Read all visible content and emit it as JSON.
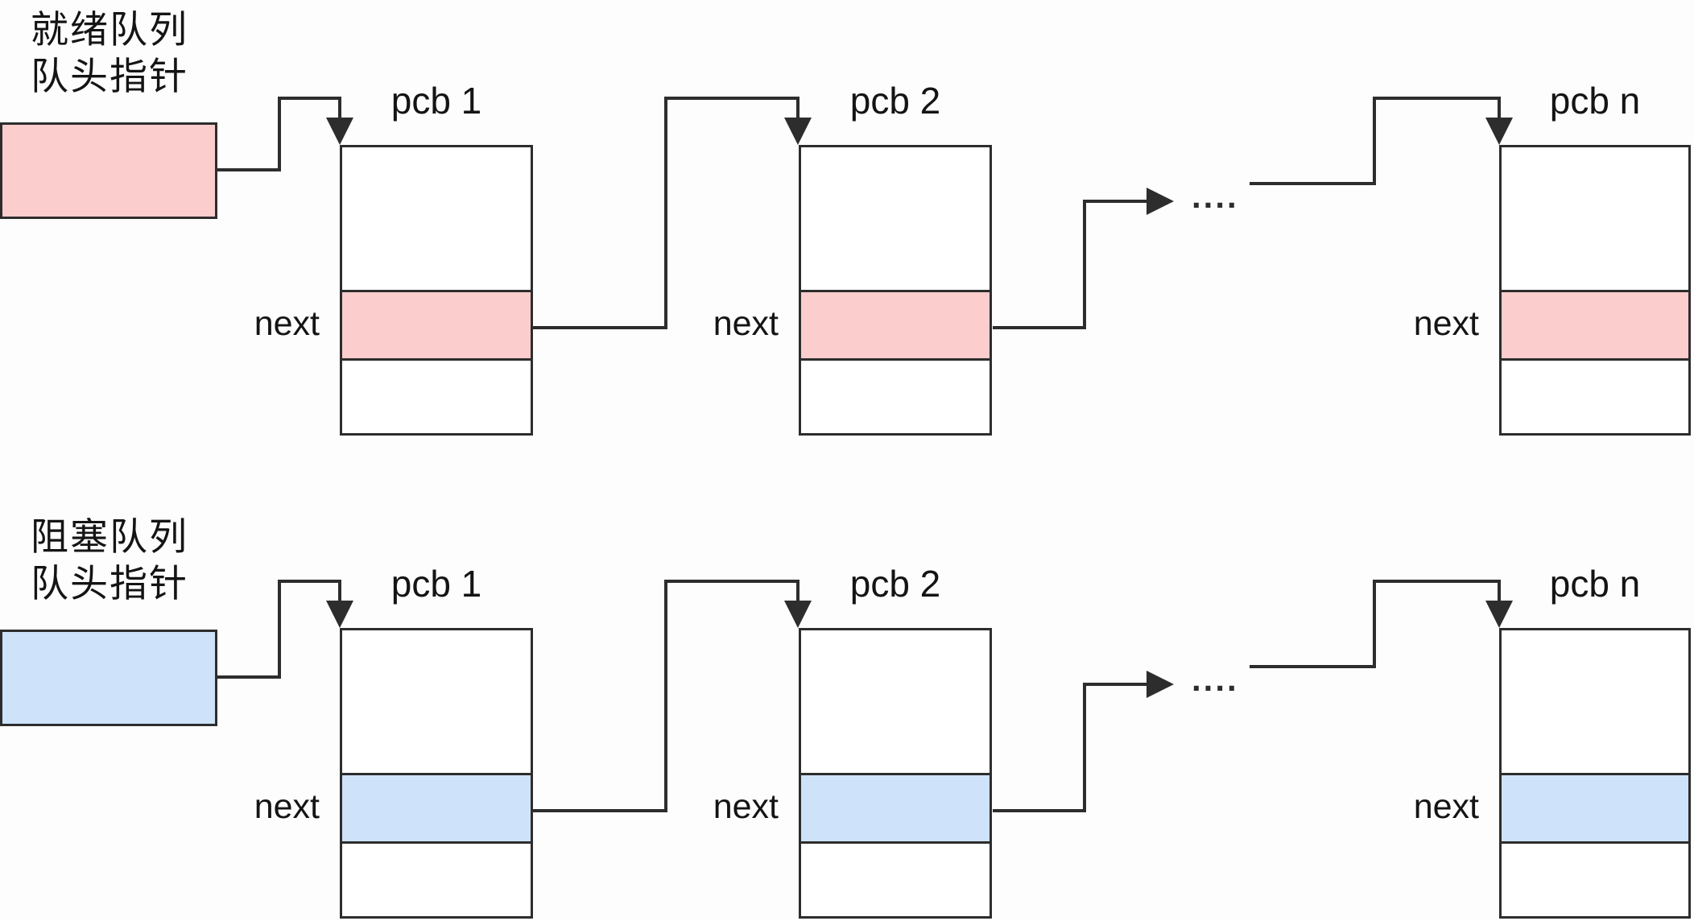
{
  "colors": {
    "background": "#fdfdfd",
    "line": "#2d2d2d",
    "text": "#141414",
    "ready_fill": "#fbcdcd",
    "blocked_fill": "#cee3fa"
  },
  "queues": [
    {
      "name": "ready-queue",
      "label_line1": "就绪队列",
      "label_line2": "队头指针",
      "ellipsis": "....",
      "nodes": [
        {
          "title": "pcb 1",
          "next_label": "next"
        },
        {
          "title": "pcb 2",
          "next_label": "next"
        },
        {
          "title": "pcb n",
          "next_label": "next"
        }
      ]
    },
    {
      "name": "blocked-queue",
      "label_line1": "阻塞队列",
      "label_line2": "队头指针",
      "ellipsis": "....",
      "nodes": [
        {
          "title": "pcb 1",
          "next_label": "next"
        },
        {
          "title": "pcb 2",
          "next_label": "next"
        },
        {
          "title": "pcb n",
          "next_label": "next"
        }
      ]
    }
  ]
}
